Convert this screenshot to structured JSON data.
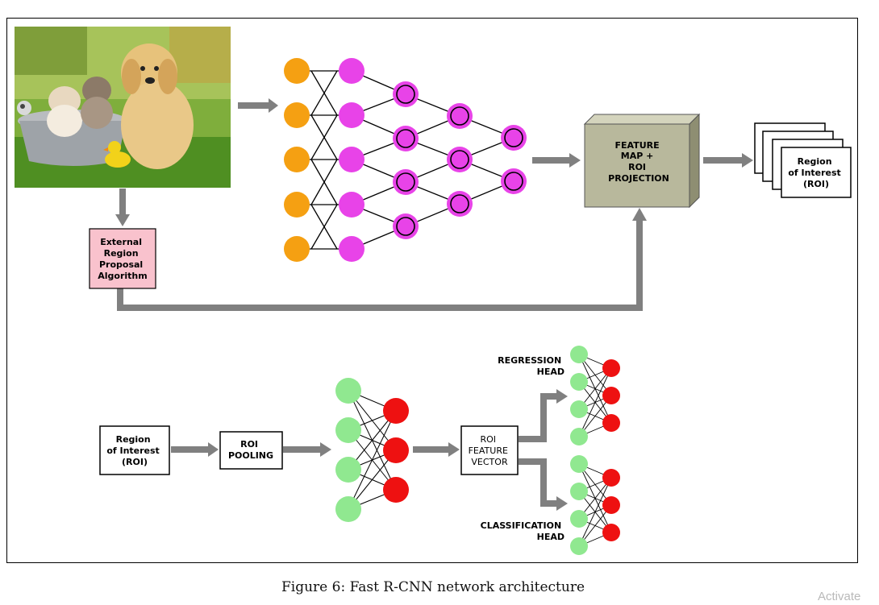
{
  "caption": "Figure 6: Fast R-CNN network architecture",
  "watermark": "Activate",
  "input_image": {
    "description_icon": "photo-kittens-puppy-icon"
  },
  "nodes": {
    "external_region": [
      "External",
      "Region",
      "Proposal",
      "Algorithm"
    ],
    "feature_map": [
      "FEATURE",
      "MAP +",
      "ROI",
      "PROJECTION"
    ],
    "roi_stack": [
      "Region",
      "of Interest",
      "(ROI)"
    ],
    "roi_input": [
      "Region",
      "of Interest",
      "(ROI)"
    ],
    "roi_pooling": [
      "ROI",
      "POOLING"
    ],
    "roi_feature_vector": [
      "ROI",
      "FEATURE",
      "VECTOR"
    ],
    "regression_head": [
      "REGRESSION",
      "HEAD"
    ],
    "classification_head": [
      "CLASSIFICATION",
      "HEAD"
    ]
  },
  "colors": {
    "orange": "#f5a012",
    "magenta": "#e843e8",
    "green": "#90e890",
    "red": "#ee1111",
    "arrow": "#808080",
    "pink_box": "#f9c2cd",
    "cube_front": "#b8b89c"
  }
}
